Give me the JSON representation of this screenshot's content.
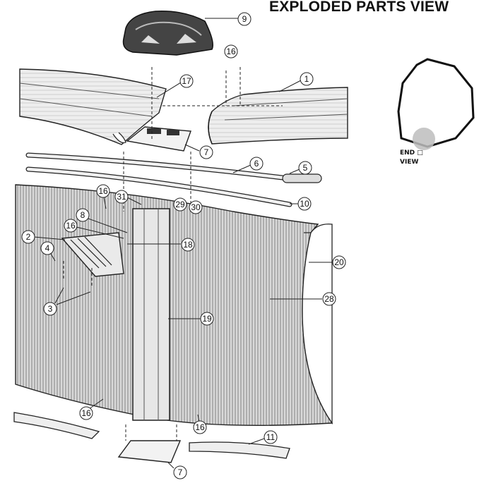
{
  "title": "EXPLODED PARTS VIEW",
  "end_view": {
    "line1": "END □",
    "line2": "VIEW"
  },
  "parts": {
    "p1": "1",
    "p2": "2",
    "p3": "3",
    "p4": "4",
    "p5": "5",
    "p6": "6",
    "p7_top": "7",
    "p7_bottom": "7",
    "p8": "8",
    "p9": "9",
    "p10": "10",
    "p11": "11",
    "p16_top": "16",
    "p16_left_upper": "16",
    "p16_left_mid": "16",
    "p16_bottom_left": "16",
    "p16_bottom_right": "16",
    "p17": "17",
    "p18": "18",
    "p19": "19",
    "p20": "20",
    "p28": "28",
    "p29": "29",
    "p30": "30",
    "p31": "31"
  }
}
